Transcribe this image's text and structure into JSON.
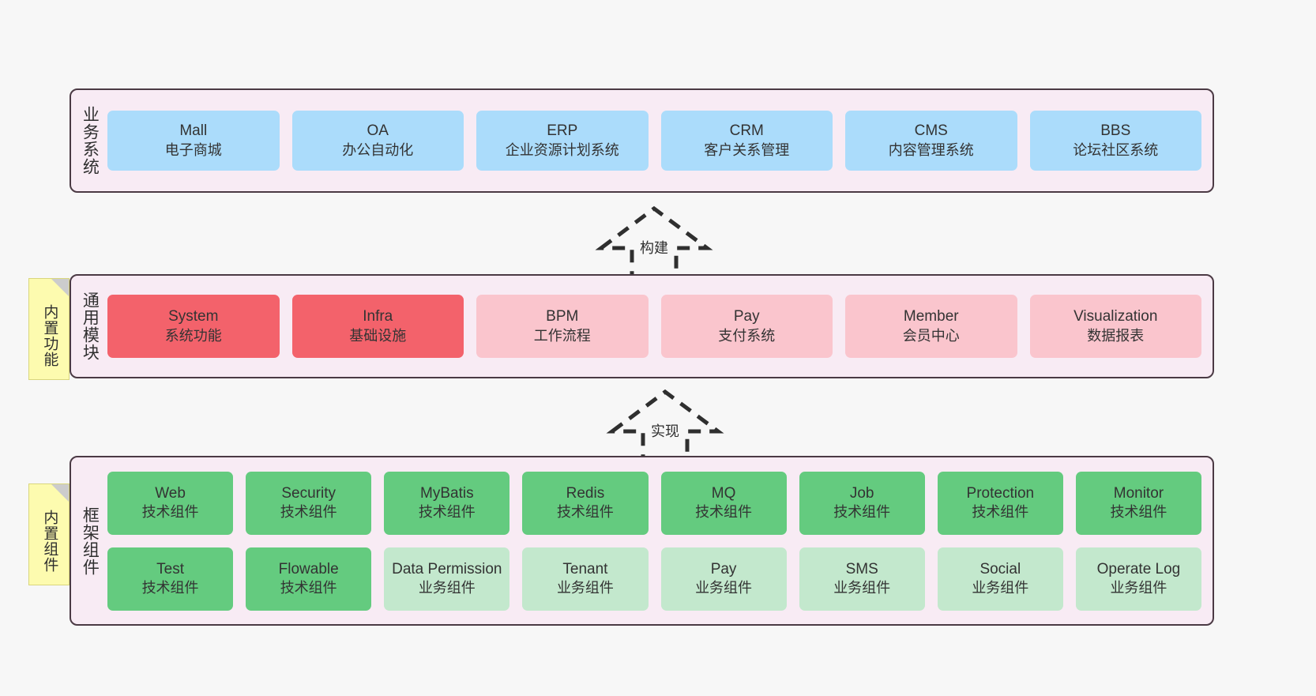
{
  "diagram": {
    "background_color": "#f7f7f7",
    "layer_fill": "#f8ebf4",
    "layer_border": "#4b3a44"
  },
  "notes": [
    {
      "id": "builtin-features",
      "text": "内置功能",
      "color": "#fdfbaf"
    },
    {
      "id": "builtin-components",
      "text": "内置组件",
      "color": "#fdfbaf"
    }
  ],
  "layers": [
    {
      "id": "business",
      "title": "业务系统",
      "card_color": "#abdcfb",
      "rows": [
        {
          "cards": [
            {
              "name": "Mall",
              "desc": "电子商城",
              "color": "#abdcfb"
            },
            {
              "name": "OA",
              "desc": "办公自动化",
              "color": "#abdcfb"
            },
            {
              "name": "ERP",
              "desc": "企业资源计划系统",
              "color": "#abdcfb"
            },
            {
              "name": "CRM",
              "desc": "客户关系管理",
              "color": "#abdcfb"
            },
            {
              "name": "CMS",
              "desc": "内容管理系统",
              "color": "#abdcfb"
            },
            {
              "name": "BBS",
              "desc": "论坛社区系统",
              "color": "#abdcfb"
            }
          ]
        }
      ]
    },
    {
      "id": "modules",
      "title": "通用模块",
      "rows": [
        {
          "cards": [
            {
              "name": "System",
              "desc": "系统功能",
              "color": "#f3626b"
            },
            {
              "name": "Infra",
              "desc": "基础设施",
              "color": "#f3626b"
            },
            {
              "name": "BPM",
              "desc": "工作流程",
              "color": "#fac5cd"
            },
            {
              "name": "Pay",
              "desc": "支付系统",
              "color": "#fac5cd"
            },
            {
              "name": "Member",
              "desc": "会员中心",
              "color": "#fac5cd"
            },
            {
              "name": "Visualization",
              "desc": "数据报表",
              "color": "#fac5cd"
            }
          ]
        }
      ]
    },
    {
      "id": "framework",
      "title": "框架组件",
      "rows": [
        {
          "cards": [
            {
              "name": "Web",
              "desc": "技术组件",
              "color": "#64cb7f"
            },
            {
              "name": "Security",
              "desc": "技术组件",
              "color": "#64cb7f"
            },
            {
              "name": "MyBatis",
              "desc": "技术组件",
              "color": "#64cb7f"
            },
            {
              "name": "Redis",
              "desc": "技术组件",
              "color": "#64cb7f"
            },
            {
              "name": "MQ",
              "desc": "技术组件",
              "color": "#64cb7f"
            },
            {
              "name": "Job",
              "desc": "技术组件",
              "color": "#64cb7f"
            },
            {
              "name": "Protection",
              "desc": "技术组件",
              "color": "#64cb7f"
            },
            {
              "name": "Monitor",
              "desc": "技术组件",
              "color": "#64cb7f"
            }
          ]
        },
        {
          "cards": [
            {
              "name": "Test",
              "desc": "技术组件",
              "color": "#64cb7f"
            },
            {
              "name": "Flowable",
              "desc": "技术组件",
              "color": "#64cb7f"
            },
            {
              "name": "Data Permission",
              "desc": "业务组件",
              "color": "#c3e8cd"
            },
            {
              "name": "Tenant",
              "desc": "业务组件",
              "color": "#c3e8cd"
            },
            {
              "name": "Pay",
              "desc": "业务组件",
              "color": "#c3e8cd"
            },
            {
              "name": "SMS",
              "desc": "业务组件",
              "color": "#c3e8cd"
            },
            {
              "name": "Social",
              "desc": "业务组件",
              "color": "#c3e8cd"
            },
            {
              "name": "Operate Log",
              "desc": "业务组件",
              "color": "#c3e8cd"
            }
          ]
        }
      ]
    }
  ],
  "arrows": [
    {
      "id": "build",
      "label": "构建",
      "style": "dashed-hollow-generalization",
      "direction": "up"
    },
    {
      "id": "implement",
      "label": "实现",
      "style": "dashed-hollow-generalization",
      "direction": "up"
    }
  ]
}
